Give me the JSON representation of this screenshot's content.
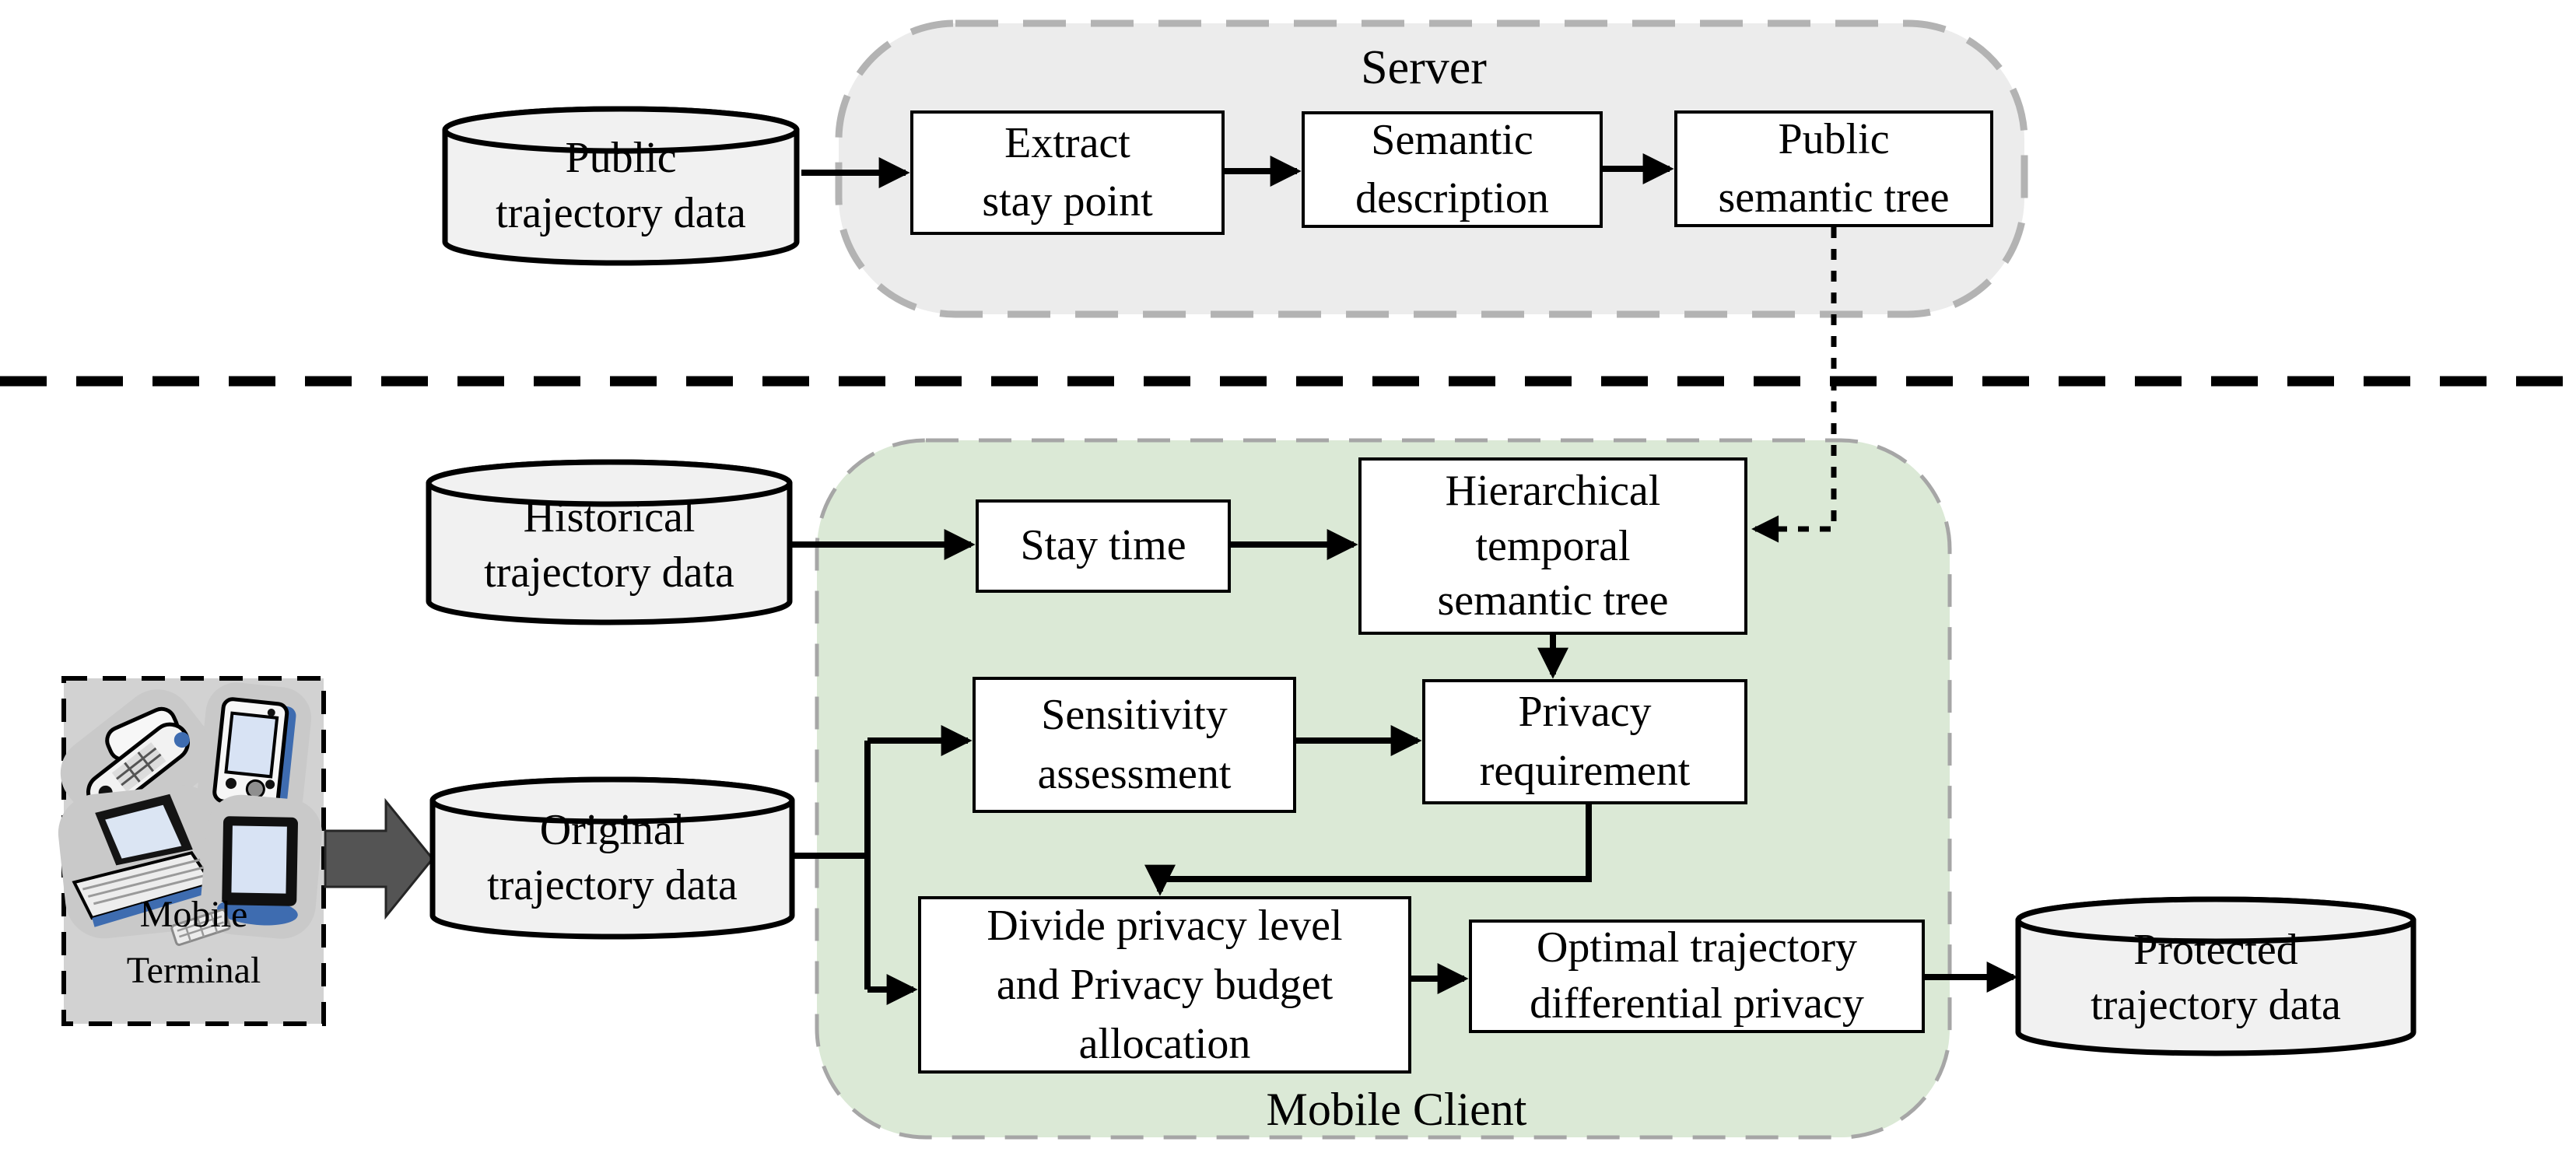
{
  "colors": {
    "page_bg": "#ffffff",
    "server_fill": "#ececec",
    "server_border": "#b3b3b3",
    "client_fill": "#dbe9d6",
    "client_border": "#a6a6a6",
    "terminal_fill": "#d2d2d2",
    "cylinder_fill": "#f1f1f1",
    "line": "#000000",
    "big_arrow": "#545454",
    "icon_accent": "#3e6cb0"
  },
  "server_section": {
    "title": "Server",
    "public_data": {
      "lines": [
        "Public",
        "trajectory data"
      ]
    },
    "extract": {
      "lines": [
        "Extract",
        "stay point"
      ]
    },
    "semantic": {
      "lines": [
        "Semantic",
        "description"
      ]
    },
    "public_tree": {
      "lines": [
        "Public",
        "semantic tree"
      ]
    }
  },
  "client_section": {
    "title": "Mobile Client",
    "historical": {
      "lines": [
        "Historical",
        "trajectory data"
      ]
    },
    "stay_time": {
      "lines": [
        "Stay time"
      ]
    },
    "hierarchical": {
      "lines": [
        "Hierarchical",
        "temporal",
        "semantic tree"
      ]
    },
    "sensitivity": {
      "lines": [
        "Sensitivity",
        "assessment"
      ]
    },
    "privacy_req": {
      "lines": [
        "Privacy",
        "requirement"
      ]
    },
    "divide": {
      "lines": [
        "Divide privacy level",
        "and Privacy budget",
        "allocation"
      ]
    },
    "optimal": {
      "lines": [
        "Optimal trajectory",
        "differential privacy"
      ]
    },
    "original": {
      "lines": [
        "Original",
        "trajectory data"
      ]
    },
    "protected": {
      "lines": [
        "Protected",
        "trajectory data"
      ]
    }
  },
  "terminal": {
    "label_lines": [
      "Mobile",
      "Terminal"
    ],
    "icons": [
      "flip-phone",
      "pda",
      "laptop",
      "monitor",
      "mini-keyboard"
    ]
  }
}
